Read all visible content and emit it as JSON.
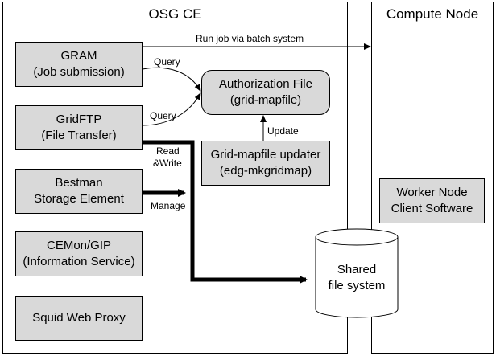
{
  "regions": {
    "osg_ce": {
      "title": "OSG CE"
    },
    "compute_node": {
      "title": "Compute Node"
    }
  },
  "boxes": {
    "gram": {
      "line1": "GRAM",
      "line2": "(Job submission)"
    },
    "gridftp": {
      "line1": "GridFTP",
      "line2": "(File Transfer)"
    },
    "bestman": {
      "line1": "Bestman",
      "line2": "Storage Element"
    },
    "cemon": {
      "line1": "CEMon/GIP",
      "line2": "(Information Service)"
    },
    "squid": {
      "line1": "Squid Web Proxy"
    },
    "auth_file": {
      "line1": "Authorization File",
      "line2": "(grid-mapfile)"
    },
    "updater": {
      "line1": "Grid-mapfile updater",
      "line2": "(edg-mkgridmap)"
    },
    "worker": {
      "line1": "Worker Node",
      "line2": "Client Software"
    },
    "shared_fs": {
      "line1": "Shared",
      "line2": "file system"
    }
  },
  "edge_labels": {
    "run_job": "Run job via batch system",
    "query_gram": "Query",
    "query_gridftp": "Query",
    "update": "Update",
    "read_write_1": "Read",
    "read_write_2": "&Write",
    "manage": "Manage"
  },
  "colors": {
    "box_fill": "#d9d9d9",
    "line": "#000000",
    "background": "#ffffff"
  }
}
